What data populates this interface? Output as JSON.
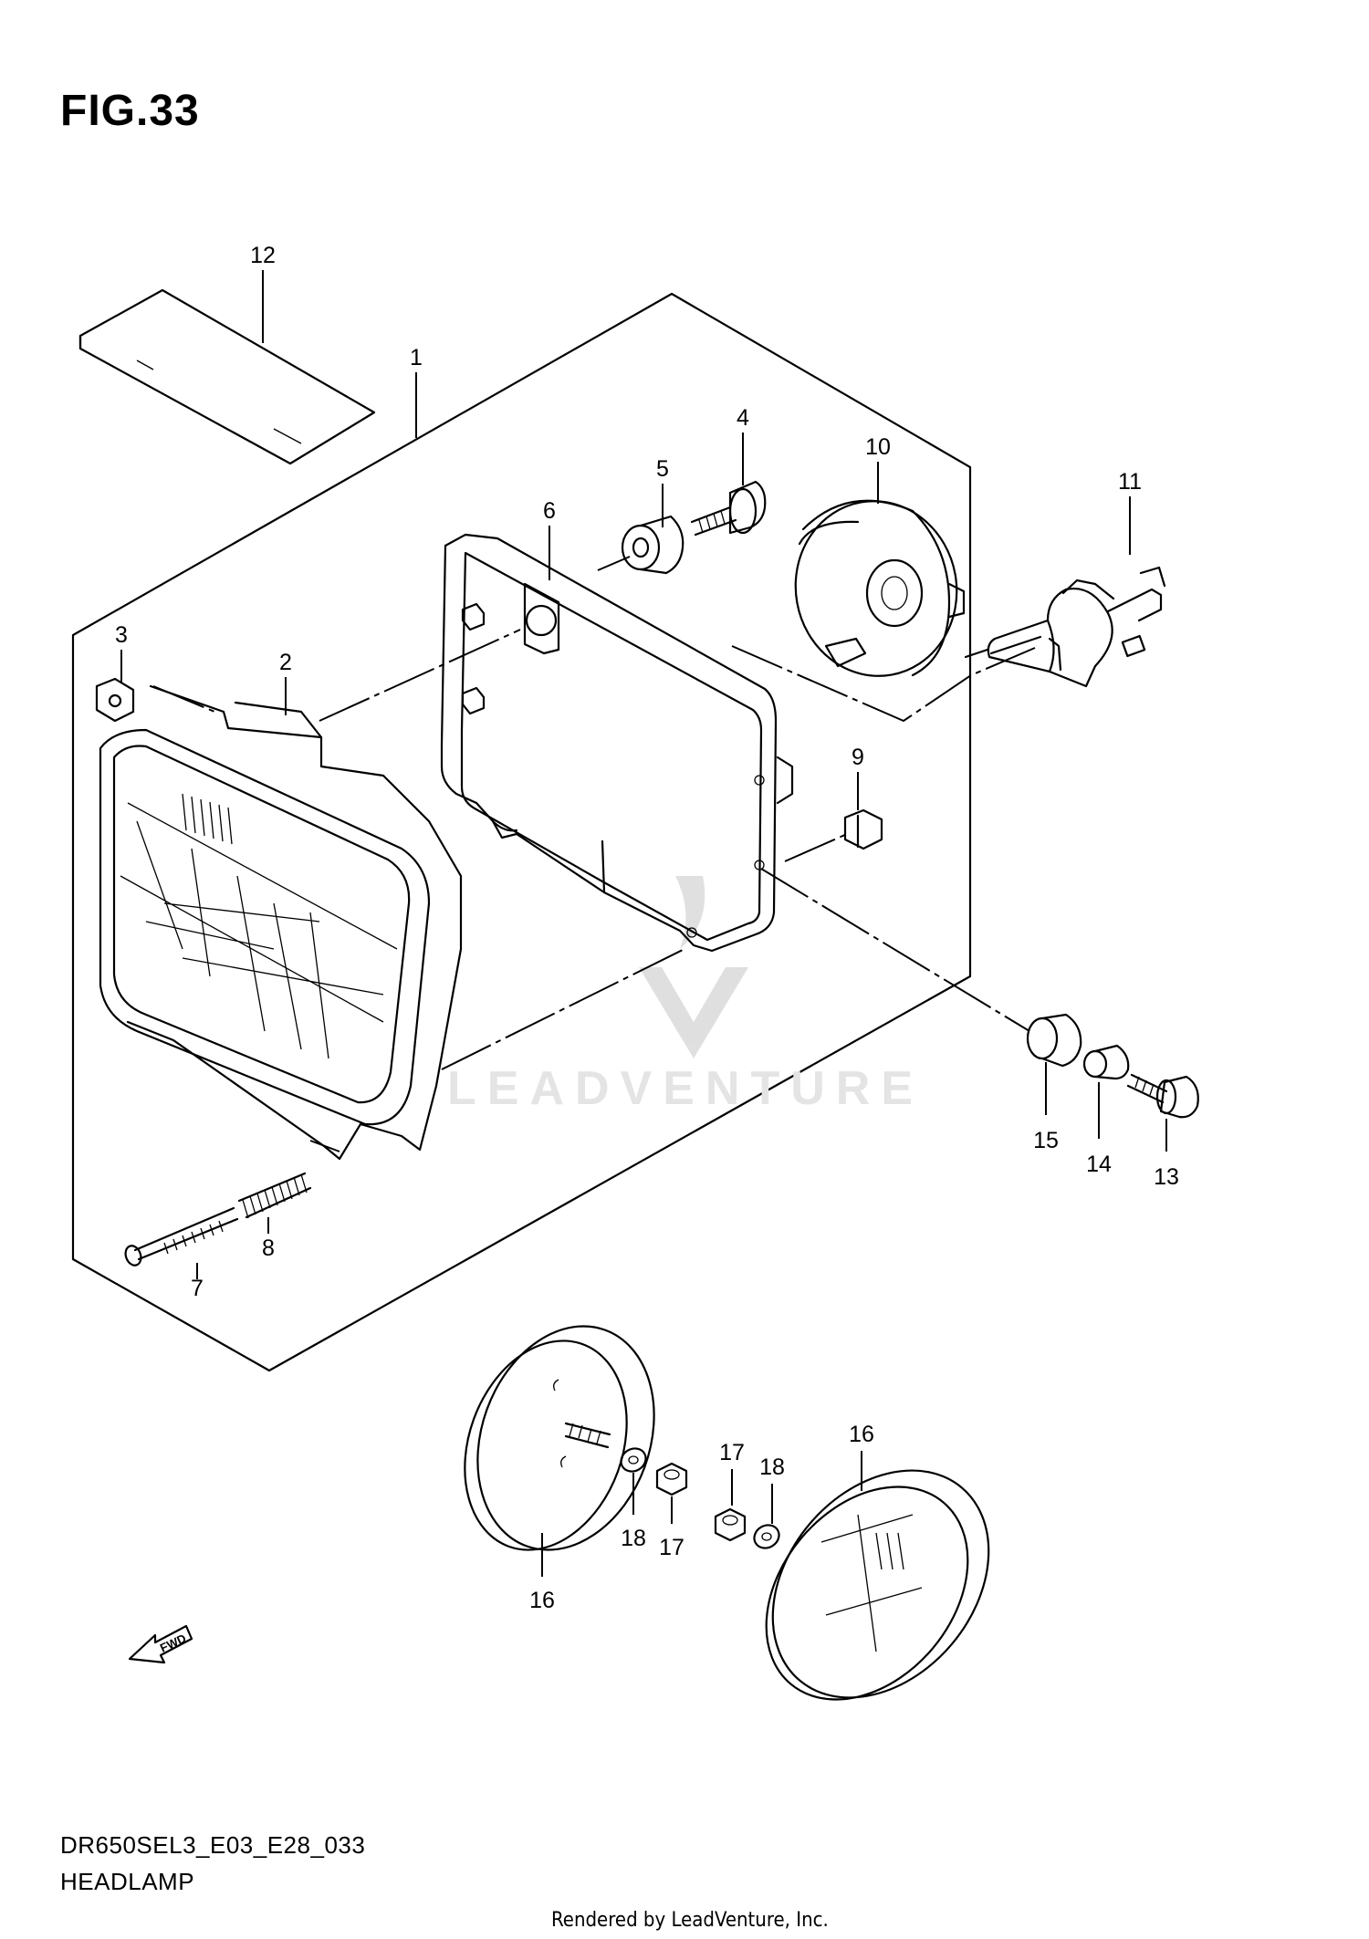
{
  "figure": {
    "title": "FIG.33",
    "model_code": "DR650SEL3_E03_E28_033",
    "caption": "HEADLAMP",
    "footer": "Rendered by LeadVenture, Inc.",
    "watermark": "LEADVENTURE",
    "fwd_label": "FWD"
  },
  "callouts": [
    "1",
    "2",
    "3",
    "4",
    "5",
    "6",
    "7",
    "8",
    "9",
    "10",
    "11",
    "12",
    "13",
    "14",
    "15",
    "16",
    "17",
    "18",
    "16",
    "17",
    "18"
  ],
  "colors": {
    "line": "#000000",
    "watermark": "#e4e4e4",
    "background": "#ffffff"
  }
}
